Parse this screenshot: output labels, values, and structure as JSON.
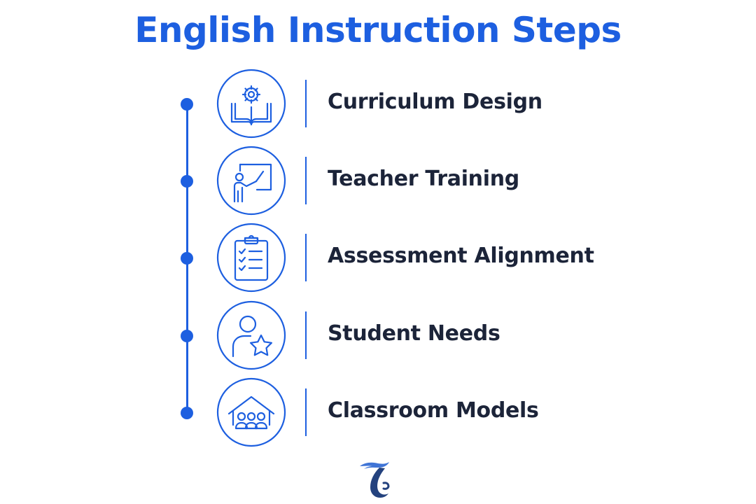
{
  "title": "English Instruction Steps",
  "accent_color": "#1d5fe0",
  "text_color": "#1c2439",
  "steps": [
    {
      "label": "Curriculum Design",
      "icon": "book-gear-icon"
    },
    {
      "label": "Teacher Training",
      "icon": "teacher-whiteboard-icon"
    },
    {
      "label": "Assessment Alignment",
      "icon": "clipboard-checklist-icon"
    },
    {
      "label": "Student Needs",
      "icon": "student-star-icon"
    },
    {
      "label": "Classroom Models",
      "icon": "classroom-group-icon"
    }
  ],
  "logo": {
    "icon": "brand-logo-icon"
  }
}
